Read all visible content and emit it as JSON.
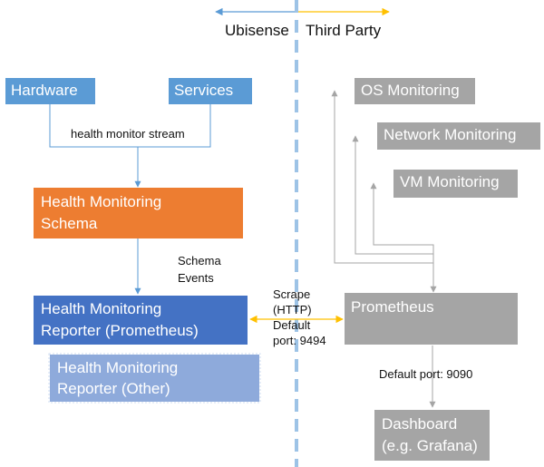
{
  "header": {
    "left_label": "Ubisense",
    "right_label": "Third Party"
  },
  "boxes": {
    "hardware": "Hardware",
    "services": "Services",
    "schema": [
      "Health Monitoring",
      "Schema"
    ],
    "reporter_prom": [
      "Health Monitoring",
      "Reporter (Prometheus)"
    ],
    "reporter_other": [
      "Health Monitoring",
      "Reporter (Other)"
    ],
    "os": "OS Monitoring",
    "network": "Network Monitoring",
    "vm": "VM Monitoring",
    "prometheus": "Prometheus",
    "dashboard": [
      "Dashboard",
      "(e.g. Grafana)"
    ]
  },
  "labels": {
    "stream": "health monitor stream",
    "schema_events": [
      "Schema",
      "Events"
    ],
    "scrape": [
      "Scrape",
      "(HTTP)",
      "Default",
      "port: 9494"
    ],
    "port_9090": "Default port: 9090"
  },
  "colors": {
    "ubisense_blue": "#5b9bd5",
    "orange": "#ed7d31",
    "dark_blue": "#4472c4",
    "light_blue": "#8eaadb",
    "grey": "#a5a5a5",
    "arrow_blue": "#5b9bd5",
    "arrow_yellow": "#ffc000",
    "divider": "#9dc3e6"
  }
}
